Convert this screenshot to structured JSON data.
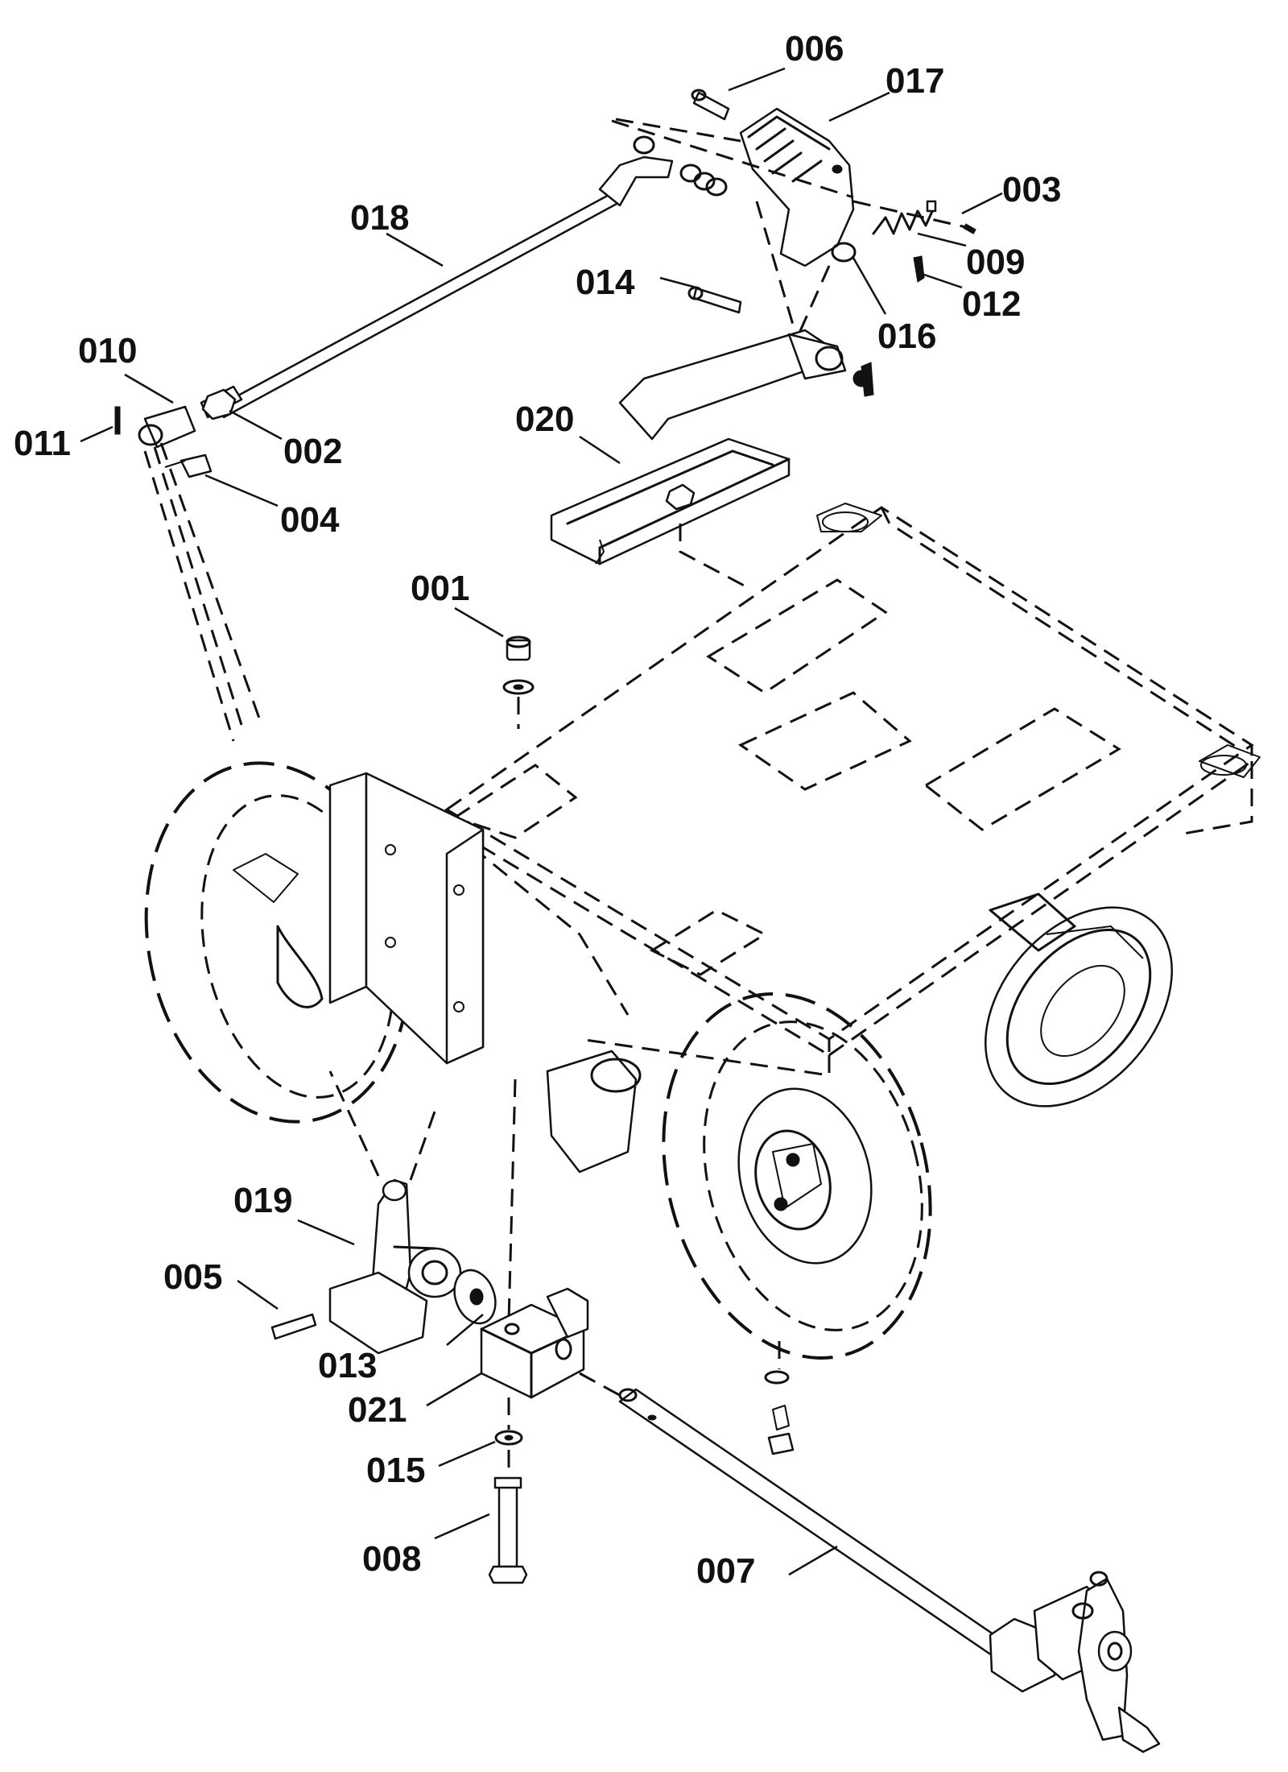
{
  "part_labels": {
    "p001": "001",
    "p002": "002",
    "p003": "003",
    "p004": "004",
    "p005": "005",
    "p006": "006",
    "p007": "007",
    "p008": "008",
    "p009": "009",
    "p010": "010",
    "p011": "011",
    "p012": "012",
    "p013": "013",
    "p014": "014",
    "p015": "015",
    "p016": "016",
    "p017": "017",
    "p018": "018",
    "p019": "019",
    "p020": "020",
    "p021": "021"
  },
  "colors": {
    "ink": "#111111",
    "background": "#ffffff"
  }
}
